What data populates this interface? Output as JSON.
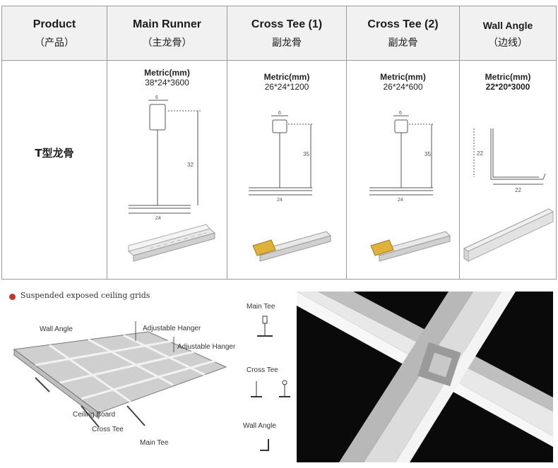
{
  "table": {
    "headers": [
      {
        "en": "Product",
        "cn": "（产品）"
      },
      {
        "en": "Main Runner",
        "cn": "（主龙骨）"
      },
      {
        "en": "Cross Tee (1)",
        "cn": "副龙骨"
      },
      {
        "en": "Cross Tee (2)",
        "cn": "副龙骨"
      },
      {
        "en": "Wall Angle",
        "cn": "（边线）"
      }
    ],
    "row_label": "T型龙骨",
    "products": [
      {
        "metric": "Metric(mm)",
        "dims": "38*24*3600",
        "w": "6",
        "h": "32",
        "b": "24"
      },
      {
        "metric": "Metric(mm)",
        "dims": "26*24*1200",
        "w": "6",
        "h": "35",
        "b": "24"
      },
      {
        "metric": "Metric(mm)",
        "dims": "26*24*600",
        "w": "6",
        "h": "35",
        "b": "24"
      },
      {
        "metric": "Metric(mm)",
        "dims": "22*20*3000",
        "h": "22",
        "b": "22"
      }
    ]
  },
  "diagram": {
    "caption": "Suspended exposed ceiling grids",
    "labels": {
      "wall_angle": "Wall Angle",
      "adjustable_hanger_1": "Adjustable Hanger",
      "adjustable_hanger_2": "Adjustable Hanger",
      "ceiling_board": "Ceiling Board",
      "cross_tee": "Cross Tee",
      "main_tee": "Main Tee"
    },
    "legend": {
      "main_tee": "Main Tee",
      "cross_tee": "Cross Tee",
      "wall_angle": "Wall Angle"
    }
  },
  "colors": {
    "header_bg": "#f1f1f1",
    "border": "#9a9a9a",
    "caption_dot": "#c0392b",
    "photo_bg": "#0a0a0a"
  }
}
